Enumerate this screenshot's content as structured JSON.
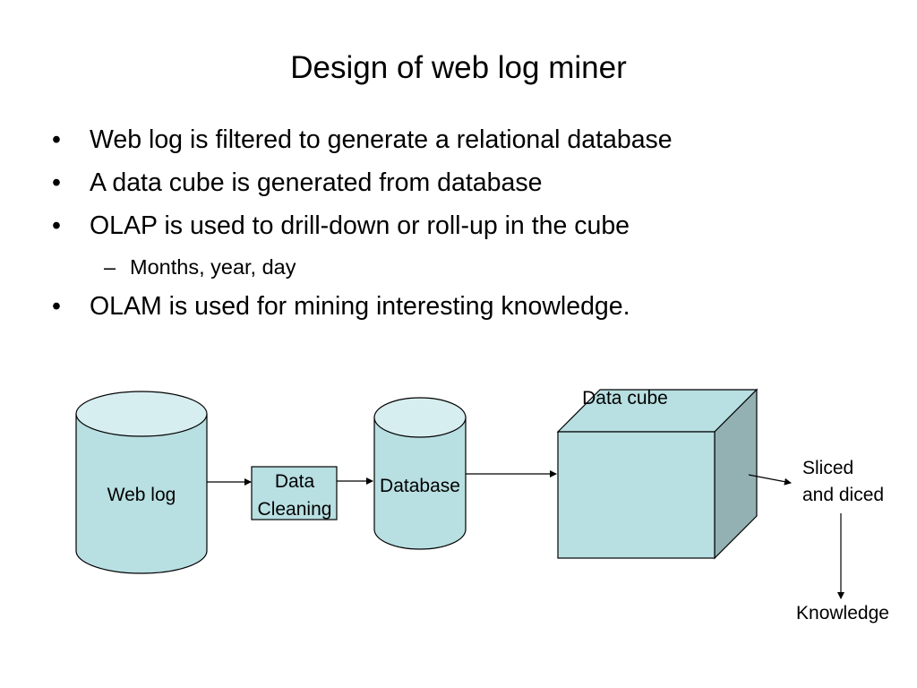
{
  "slide": {
    "title": "Design of web log miner",
    "bullets": [
      "Web log is filtered to generate a relational database",
      "A data cube is generated from database",
      "OLAP is used to drill-down or roll-up in the cube",
      "OLAM is used for mining interesting knowledge."
    ],
    "sub_bullets": [
      "Months, year, day"
    ],
    "bullet_mark": "•",
    "sub_bullet_mark": "–"
  },
  "diagram": {
    "web_log_label": "Web log",
    "cleaning_label_line1": "Data",
    "cleaning_label_line2": "Cleaning",
    "database_label": "Database",
    "cube_label": "Data cube",
    "sliced_label_line1": "Sliced",
    "sliced_label_line2": "and diced",
    "knowledge_label": "Knowledge"
  },
  "colors": {
    "shape_fill": "#b8dfe2",
    "cylinder_top": "#d7eef0",
    "cube_side": "#93b1b3",
    "stroke": "#000000"
  }
}
